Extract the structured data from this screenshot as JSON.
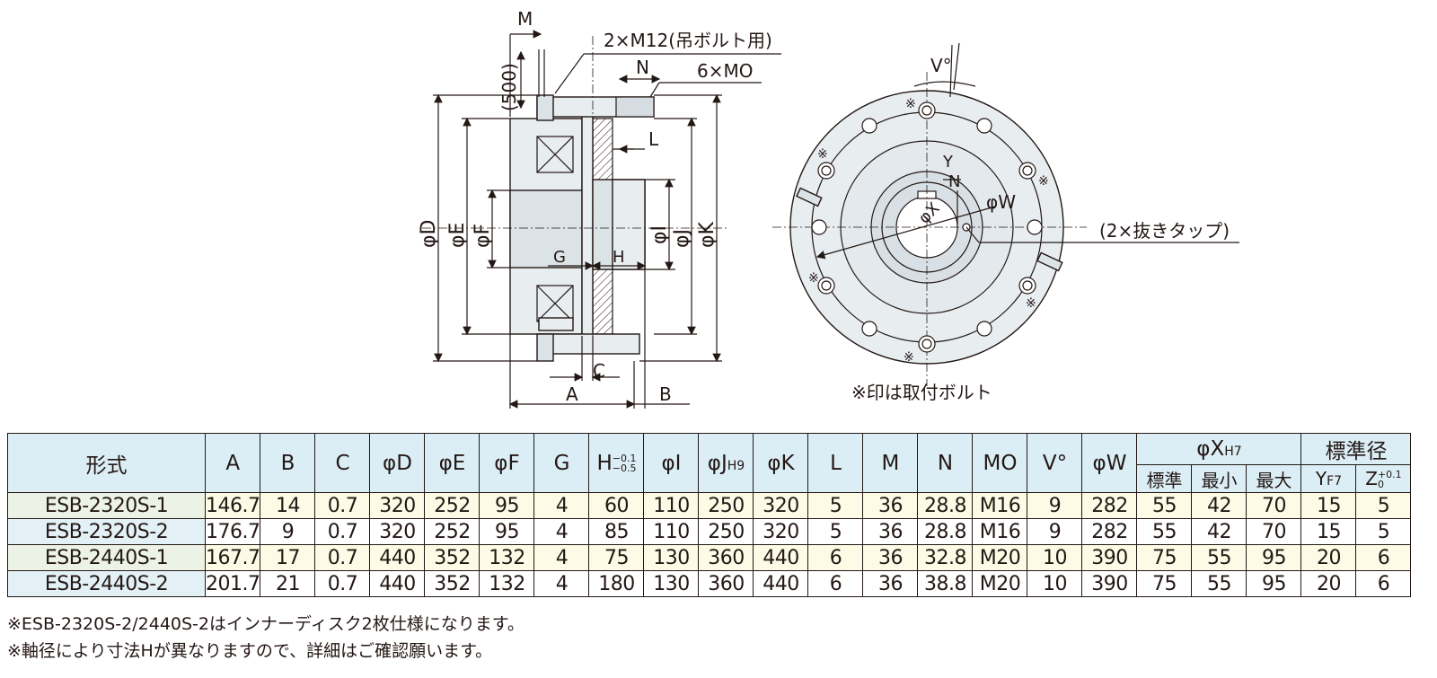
{
  "drawing": {
    "labels": {
      "m": "M",
      "m12": "2×M12(吊ボルト用)",
      "dim500": "(500)",
      "n": "N",
      "mo6": "6×MO",
      "l": "L",
      "g": "G",
      "h": "H",
      "c": "C",
      "a": "A",
      "b": "B",
      "phiD": "φD",
      "phiE": "φE",
      "phiF": "φF",
      "phiI": "φI",
      "phiJ": "φJ",
      "phiK": "φK",
      "v": "V°",
      "y": "Y",
      "n2": "N",
      "phiW": "φW",
      "phiX": "φX",
      "tap": "(2×抜きタップ)",
      "asterisk": "※",
      "bolt_note": "※印は取付ボルト"
    }
  },
  "table": {
    "header": {
      "model": "形式",
      "a": "A",
      "b": "B",
      "c": "C",
      "d": "φD",
      "e": "φE",
      "f": "φF",
      "g": "G",
      "h": "H",
      "h_tol_upper": "−0.1",
      "h_tol_lower": "−0.5",
      "i": "φI",
      "j": "φJ",
      "j_sub": "H9",
      "k": "φK",
      "l": "L",
      "m": "M",
      "n": "N",
      "mo": "MO",
      "v": "V°",
      "w": "φW",
      "x": "φX",
      "x_sub": "H7",
      "x_std": "標準",
      "x_min": "最小",
      "x_max": "最大",
      "std_dia": "標準径",
      "y": "Y",
      "y_sub": "F7",
      "z": "Z",
      "z_tol_upper": "+0.1",
      "z_tol_lower": "0"
    },
    "rows": [
      [
        "ESB-2320S-1",
        "146.7",
        "14",
        "0.7",
        "320",
        "252",
        "95",
        "4",
        "60",
        "110",
        "250",
        "320",
        "5",
        "36",
        "28.8",
        "M16",
        "9",
        "282",
        "55",
        "42",
        "70",
        "15",
        "5"
      ],
      [
        "ESB-2320S-2",
        "176.7",
        "9",
        "0.7",
        "320",
        "252",
        "95",
        "4",
        "85",
        "110",
        "250",
        "320",
        "5",
        "36",
        "28.8",
        "M16",
        "9",
        "282",
        "55",
        "42",
        "70",
        "15",
        "5"
      ],
      [
        "ESB-2440S-1",
        "167.7",
        "17",
        "0.7",
        "440",
        "352",
        "132",
        "4",
        "75",
        "130",
        "360",
        "440",
        "6",
        "36",
        "32.8",
        "M20",
        "10",
        "390",
        "75",
        "55",
        "95",
        "20",
        "6"
      ],
      [
        "ESB-2440S-2",
        "201.7",
        "21",
        "0.7",
        "440",
        "352",
        "132",
        "4",
        "180",
        "130",
        "360",
        "440",
        "6",
        "36",
        "38.8",
        "M20",
        "10",
        "390",
        "75",
        "55",
        "95",
        "20",
        "6"
      ]
    ]
  },
  "notes": {
    "line1": "※ESB-2320S-2/2440S-2はインナーディスク2枚仕様になります。",
    "line2": "※軸径により寸法Hが異なりますので、詳細はご確認願います。"
  }
}
